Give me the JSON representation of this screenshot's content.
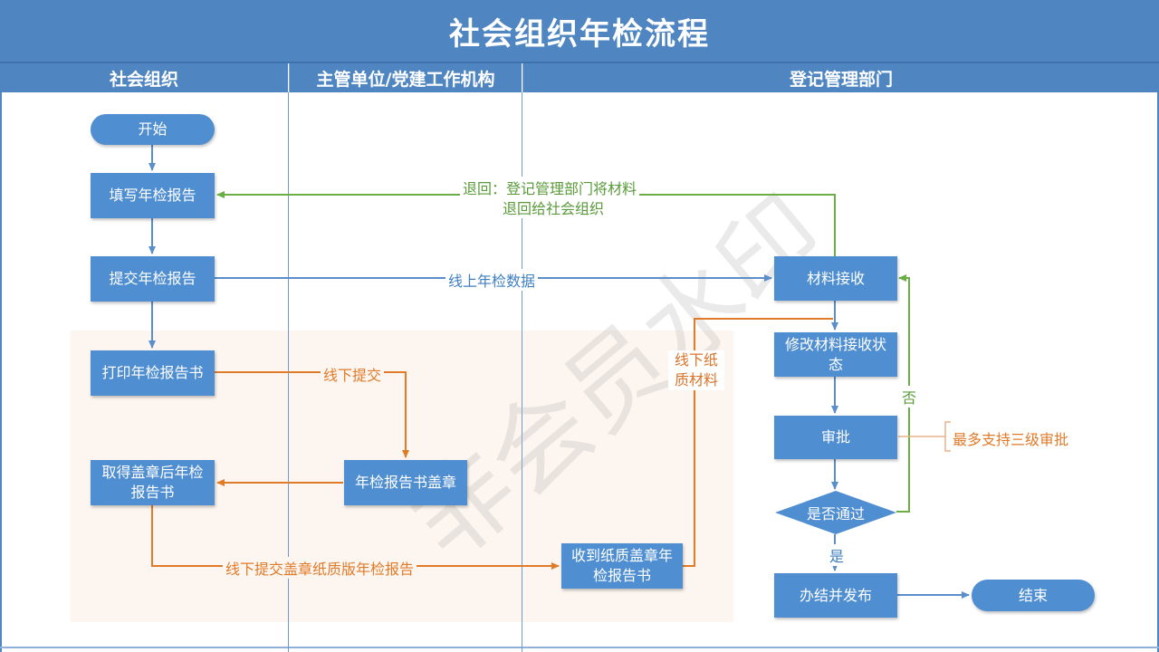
{
  "title": "社会组织年检流程",
  "lanes": [
    "社会组织",
    "主管单位/党建工作机构",
    "登记管理部门"
  ],
  "nodes": {
    "start": "开始",
    "fill_report": "填写年检报告",
    "submit_report": "提交年检报告",
    "print_report": "打印年检报告书",
    "get_stamped": "取得盖章后年检报告书",
    "stamp_report": "年检报告书盖章",
    "receive_paper": "收到纸质盖章年检报告书",
    "material_receive": "材料接收",
    "modify_status": "修改材料接收状态",
    "approve": "审批",
    "pass_decision": "是否通过",
    "finish_publish": "办结并发布",
    "end": "结束"
  },
  "edge_labels": {
    "return_line1": "退回：登记管理部门将材料",
    "return_line2": "退回给社会组织",
    "online_data": "线上年检数据",
    "offline_submit": "线下提交",
    "offline_paper": "线下纸质材料",
    "offline_stamped": "线下提交盖章纸质版年检报告",
    "no": "否",
    "yes": "是",
    "approve_note": "最多支持三级审批"
  },
  "watermark": "非会员水印",
  "colors": {
    "header": "#4f86c1",
    "node": "#4f8ed0",
    "green": "#6aae45",
    "orange": "#e07b2a",
    "blue_line": "#5a8fcb",
    "zone": "#fdf5ef"
  }
}
